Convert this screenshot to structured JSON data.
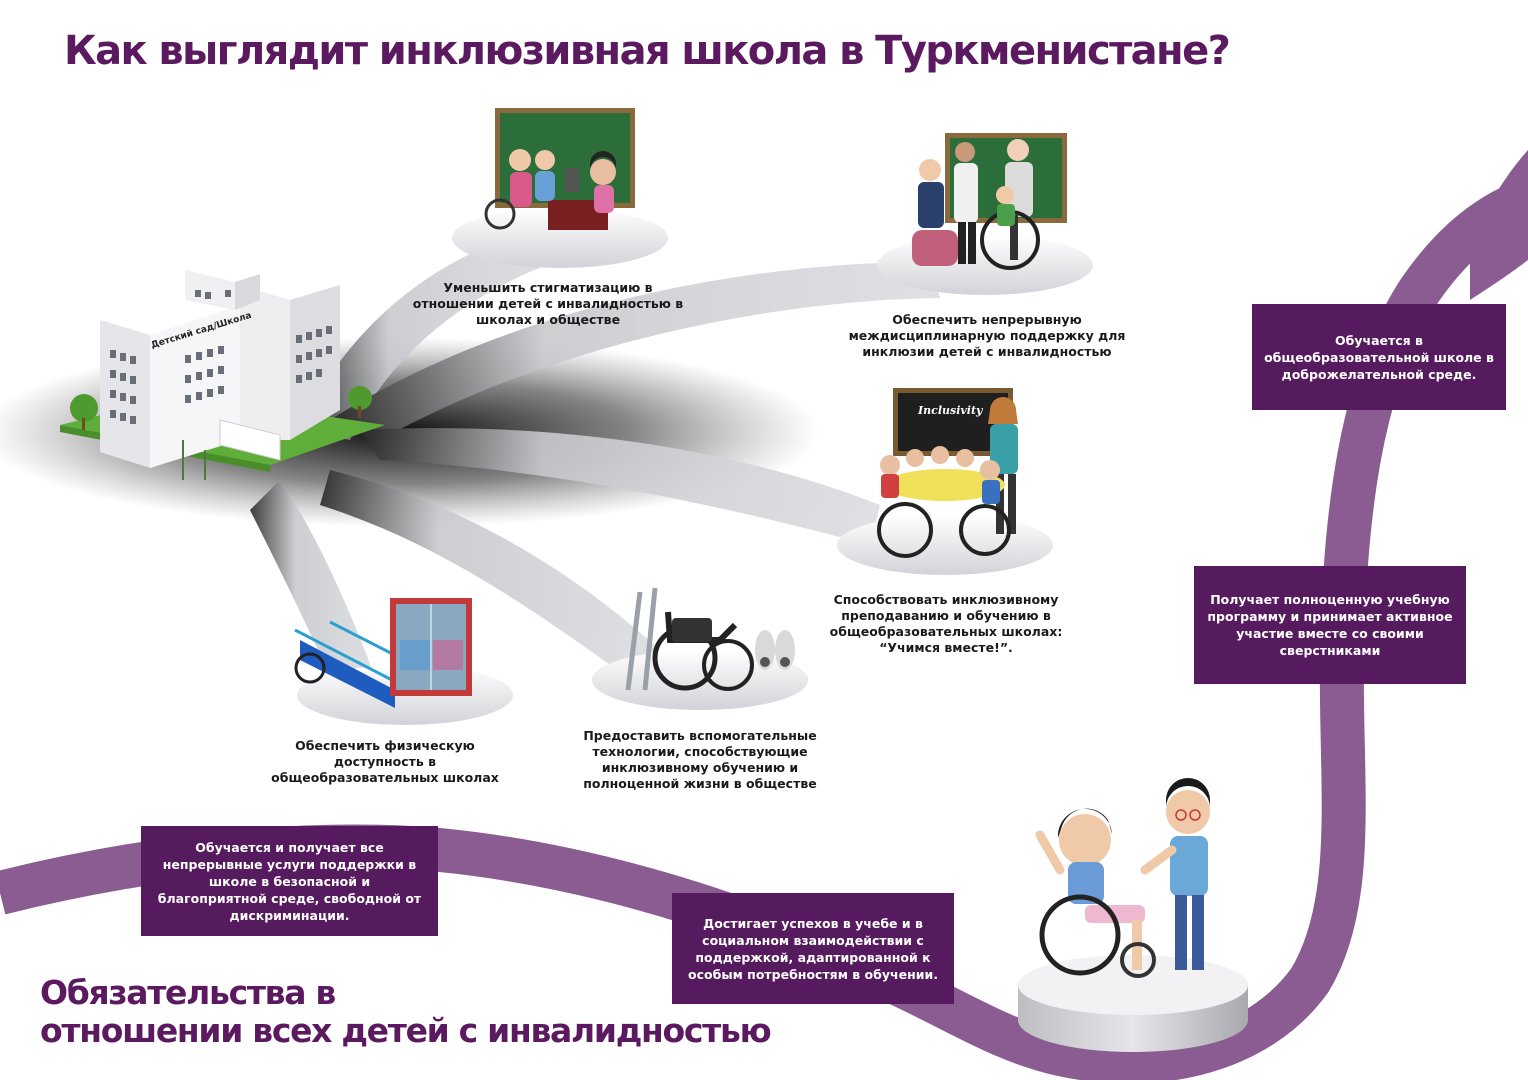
{
  "title": "Как выглядит инклюзивная школа в Туркменистане?",
  "footer": {
    "line1": "Обязательства в",
    "line2": "отношении всех детей с инвалидностью"
  },
  "building": {
    "sign": "Детский сад/Школа"
  },
  "chalkboard": {
    "inclusivity": "Inclusivity"
  },
  "goals": [
    "Уменьшить стигматизацию в отношении детей с инвалидностью в школах и обществе",
    "Обеспечить непрерывную междисциплинарную поддержку для инклюзии детей с инвалидностью",
    "Способствовать инклюзивному преподаванию и обучению в общеобразовательных школах: “Учимся вместе!”.",
    "Предоставить вспомогательные технологии, способствующие инклюзивному обучению и полноценной жизни в обществе",
    "Обеспечить физическую доступность в общеобразовательных школах"
  ],
  "outcomes": [
    "Обучается в общеобразовательной школе в доброжелательной среде.",
    "Получает полноценную учебную программу и принимает активное участие вместе со своими сверстниками",
    "Обучается и получает все непрерывные услуги поддержки в школе в безопасной и благоприятной среде, свободной от дискриминации.",
    "Достигает успехов в учебе и в социальном взаимодействии с поддержкой, адаптированной к особым потребностям в обучении."
  ],
  "colors": {
    "purple_dark": "#561a5e",
    "purple_ribbon": "#8a5c92",
    "title": "#5b1a60",
    "beam_gray": "#d7d8dc",
    "green_board": "#2c6e3a"
  }
}
